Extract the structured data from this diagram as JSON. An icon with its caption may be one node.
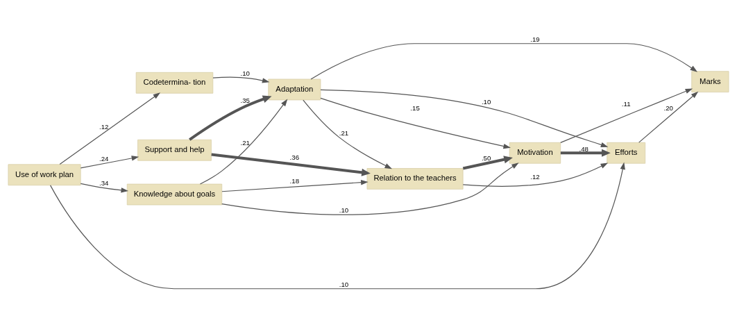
{
  "diagram": {
    "nodes": [
      {
        "text": [
          "Use of work plan"
        ]
      },
      {
        "text": [
          "Support and help"
        ]
      },
      {
        "text": [
          "Knowledge about goals"
        ]
      },
      {
        "text": [
          "Codetermina- tion"
        ]
      },
      {
        "text": [
          "Adaptation"
        ]
      },
      {
        "text": [
          "Relation to the teachers"
        ]
      },
      {
        "text": [
          "Motivation"
        ]
      },
      {
        "text": [
          "Efforts"
        ]
      },
      {
        "text": [
          "Marks"
        ]
      }
    ],
    "edges": [
      {
        "from": 0,
        "to": 1,
        "arrow": "to",
        "label": ".24"
      },
      {
        "from": 0,
        "to": 7,
        "arrow": "to",
        "label": ".10"
      },
      {
        "from": 0,
        "to": 2,
        "arrow": "to",
        "label": ".34"
      },
      {
        "from": 0,
        "to": 3,
        "arrow": "to",
        "label": ".12"
      },
      {
        "from": 1,
        "to": 5,
        "arrow": "to",
        "label": ".36",
        "style": "thick"
      },
      {
        "from": 1,
        "to": 4,
        "arrow": "to",
        "label": ".35",
        "style": "thick"
      },
      {
        "from": 2,
        "to": 5,
        "arrow": "to",
        "label": ".18"
      },
      {
        "from": 2,
        "to": 4,
        "arrow": "to",
        "label": ".21"
      },
      {
        "from": 2,
        "to": 6,
        "arrow": "to",
        "label": ".10"
      },
      {
        "from": 3,
        "to": 4,
        "arrow": "to",
        "label": ".10"
      },
      {
        "from": 4,
        "to": 5,
        "arrow": "to",
        "label": ".21"
      },
      {
        "from": 4,
        "to": 7,
        "arrow": "to",
        "label": ".10"
      },
      {
        "from": 4,
        "to": 8,
        "arrow": "to",
        "label": ".19"
      },
      {
        "from": 4,
        "to": 6,
        "arrow": "to",
        "label": ".15"
      },
      {
        "from": 5,
        "to": 7,
        "arrow": "to",
        "label": ".12"
      },
      {
        "from": 5,
        "to": 6,
        "arrow": "to",
        "label": ".50",
        "style": "thick"
      },
      {
        "from": 6,
        "to": 7,
        "arrow": "to",
        "label": ".48",
        "style": "thick"
      },
      {
        "from": 6,
        "to": 8,
        "arrow": "to",
        "label": ".11"
      },
      {
        "from": 7,
        "to": 8,
        "arrow": "to",
        "label": ".20"
      }
    ]
  }
}
